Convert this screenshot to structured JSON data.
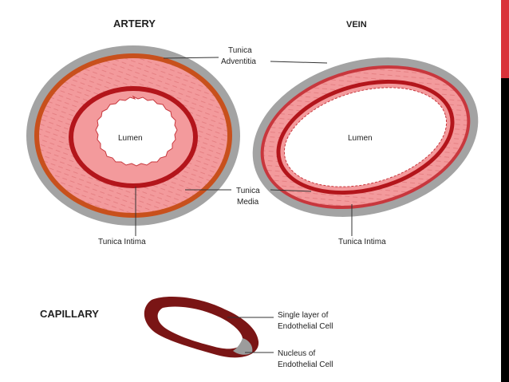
{
  "headings": {
    "artery": "ARTERY",
    "vein": "VEIN",
    "capillary": "CAPILLARY"
  },
  "labels": {
    "tunica_adventitia_1": "Tunica",
    "tunica_adventitia_2": "Adventitia",
    "tunica_media_1": "Tunica",
    "tunica_media_2": "Media",
    "artery_lumen": "Lumen",
    "vein_lumen": "Lumen",
    "artery_intima": "Tunica Intima",
    "vein_intima": "Tunica Intima",
    "single_layer_1": "Single layer of",
    "single_layer_2": "Endothelial  Cell",
    "nucleus_1": "Nucleus of",
    "nucleus_2": "Endothelial  Cell"
  },
  "colors": {
    "adventitia": "#a3a3a3",
    "adventitia_artery_band": "#c8501c",
    "media": "#f39a9c",
    "intima": "#b3151b",
    "capillary_wall": "#7a1515",
    "capillary_lumen": "#ffffff",
    "nucleus": "#9c9c9c",
    "side_bar_black": "#000000",
    "side_bar_red": "#d9323a"
  }
}
